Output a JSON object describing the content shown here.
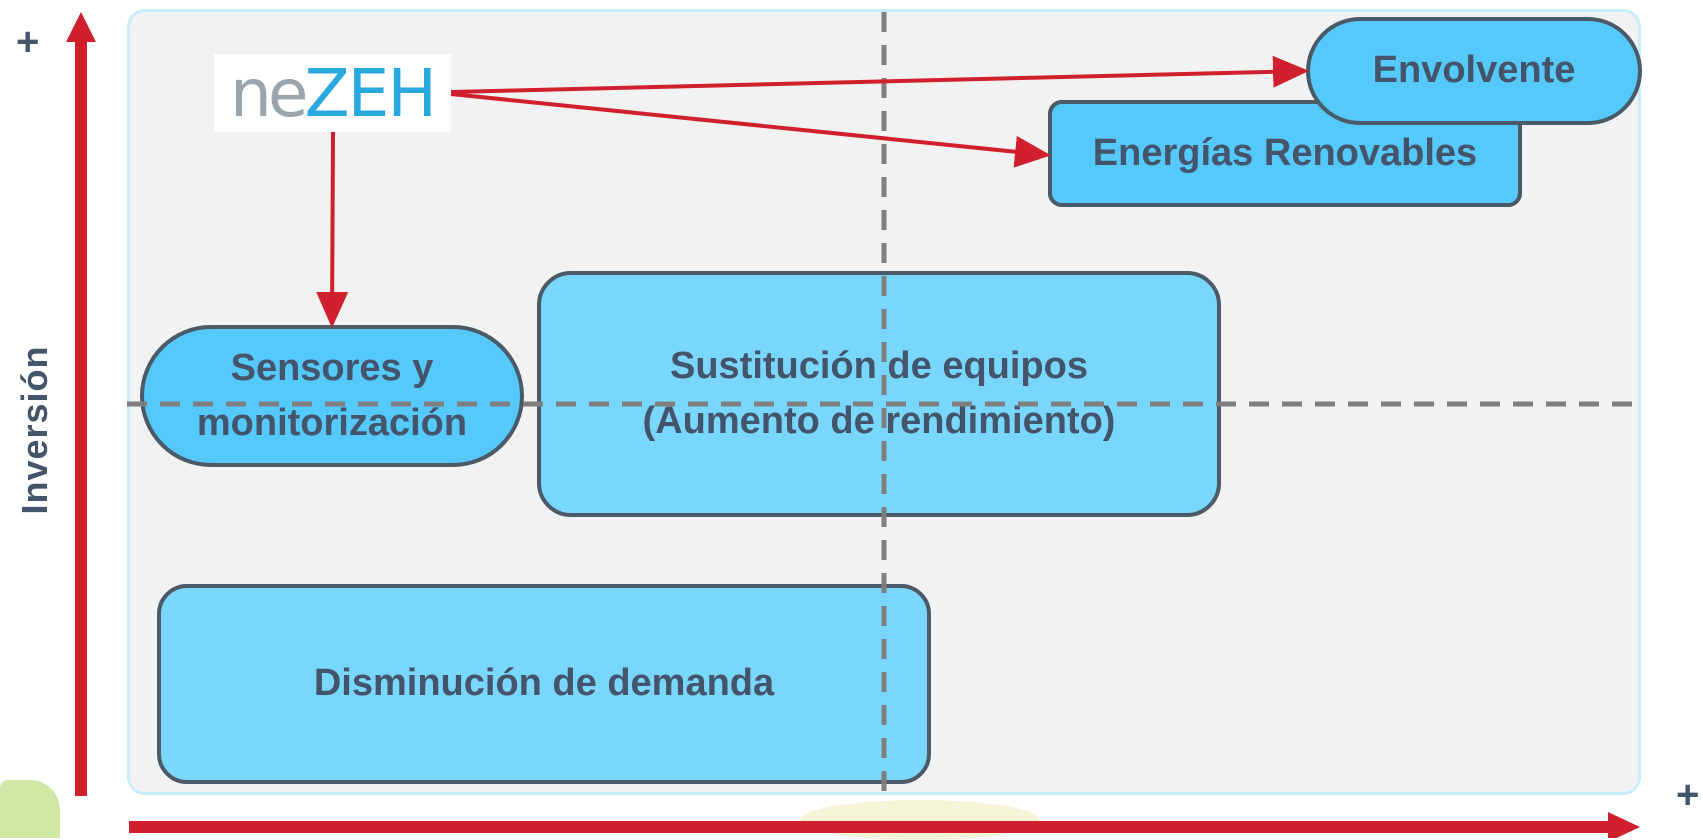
{
  "y_axis": {
    "label": "Inversión",
    "top_marker": "+"
  },
  "x_axis": {
    "right_marker": "+"
  },
  "logo": {
    "part1": "ne",
    "part2": "ZEH"
  },
  "boxes": {
    "envolvente": "Envolvente",
    "energias_renovables": "Energías Renovables",
    "sensores": {
      "line1": "Sensores y",
      "line2": "monitorización"
    },
    "sustitucion": {
      "line1": "Sustitución de equipos",
      "line2": "(Aumento de rendimiento)"
    },
    "demanda": "Disminución de demanda"
  },
  "colors": {
    "axis_arrow": "#d0202e",
    "box_fill": "#79d6fd",
    "box_fill_bright": "#55c9fb",
    "box_border": "#4a5a66",
    "text": "#44546a",
    "dashed_line": "#7f7f7f"
  }
}
